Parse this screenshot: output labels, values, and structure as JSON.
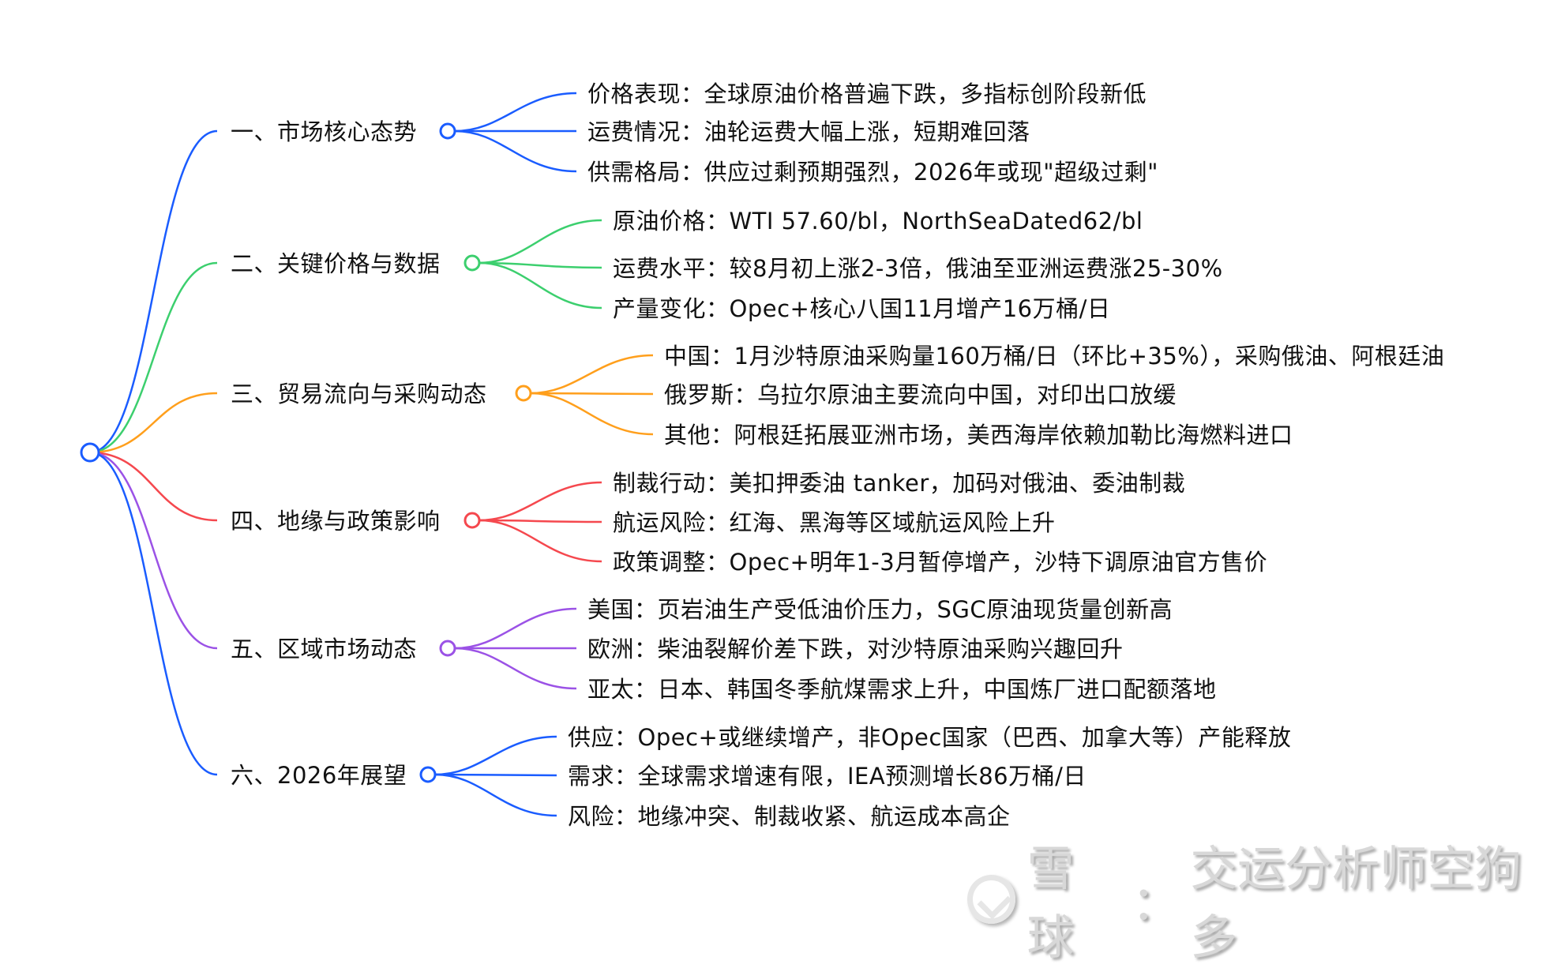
{
  "root": {
    "color": "#1a5cff"
  },
  "branches": [
    {
      "label": "一、市场核心态势",
      "color": "#1a5cff",
      "children": [
        "价格表现：全球原油价格普遍下跌，多指标创阶段新低",
        "运费情况：油轮运费大幅上涨，短期难回落",
        "供需格局：供应过剩预期强烈，2026年或现\"超级过剩\""
      ]
    },
    {
      "label": "二、关键价格与数据",
      "color": "#3ccf6e",
      "children": [
        "原油价格：WTI 57.60/bl，NorthSeaDated62/bl",
        "运费水平：较8月初上涨2-3倍，俄油至亚洲运费涨25-30%",
        "产量变化：Opec+核心八国11月增产16万桶/日"
      ]
    },
    {
      "label": "三、贸易流向与采购动态",
      "color": "#ff9f1c",
      "children": [
        "中国：1月沙特原油采购量160万桶/日（环比+35%），采购俄油、阿根廷油",
        "俄罗斯：乌拉尔原油主要流向中国，对印出口放缓",
        "其他：阿根廷拓展亚洲市场，美西海岸依赖加勒比海燃料进口"
      ]
    },
    {
      "label": "四、地缘与政策影响",
      "color": "#f5484e",
      "children": [
        "制裁行动：美扣押委油 tanker，加码对俄油、委油制裁",
        "航运风险：红海、黑海等区域航运风险上升",
        "政策调整：Opec+明年1-3月暂停增产，沙特下调原油官方售价"
      ]
    },
    {
      "label": "五、区域市场动态",
      "color": "#9b52e6",
      "children": [
        "美国：页岩油生产受低油价压力，SGC原油现货量创新高",
        "欧洲：柴油裂解价差下跌，对沙特原油采购兴趣回升",
        "亚太：日本、韩国冬季航煤需求上升，中国炼厂进口配额落地"
      ]
    },
    {
      "label": "六、2026年展望",
      "color": "#1a5cff",
      "children": [
        "供应：Opec+或继续增产，非Opec国家（巴西、加拿大等）产能释放",
        "需求：全球需求增速有限，IEA预测增长86万桶/日",
        "风险：地缘冲突、制裁收紧、航运成本高企"
      ]
    }
  ],
  "watermark": {
    "brand": "雪球",
    "author": "交运分析师空狗多",
    "separator": "："
  }
}
